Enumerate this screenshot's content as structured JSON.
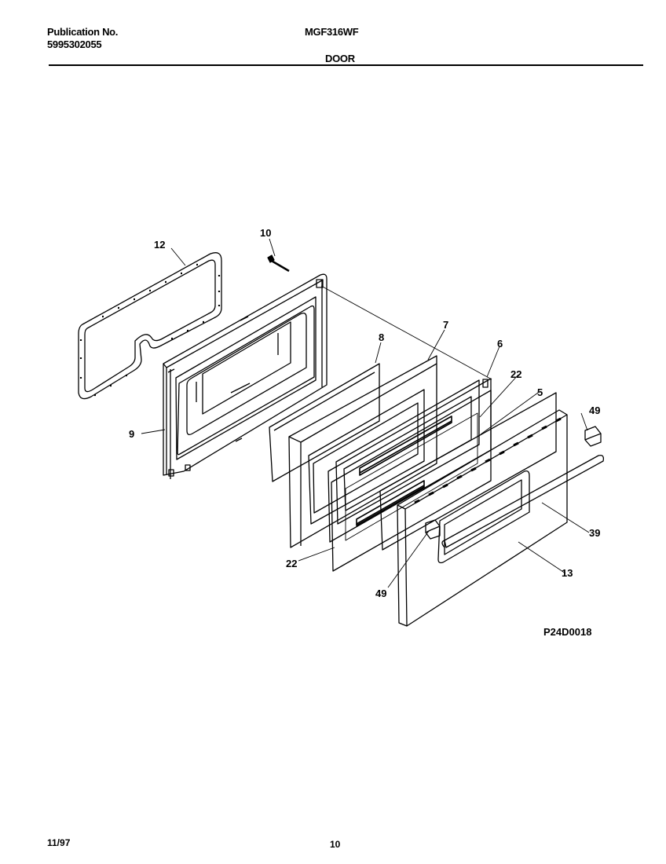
{
  "header": {
    "publication_label": "Publication No.",
    "publication_number": "5995302055",
    "model": "MGF316WF",
    "section": "DOOR"
  },
  "diagram": {
    "code": "P24D0018",
    "callouts": {
      "c12": "12",
      "c10": "10",
      "c9": "9",
      "c8": "8",
      "c7": "7",
      "c6": "6",
      "c22a": "22",
      "c5": "5",
      "c49a": "49",
      "c39": "39",
      "c13": "13",
      "c49b": "49",
      "c22b": "22"
    }
  },
  "footer": {
    "date": "11/97",
    "page": "10"
  }
}
